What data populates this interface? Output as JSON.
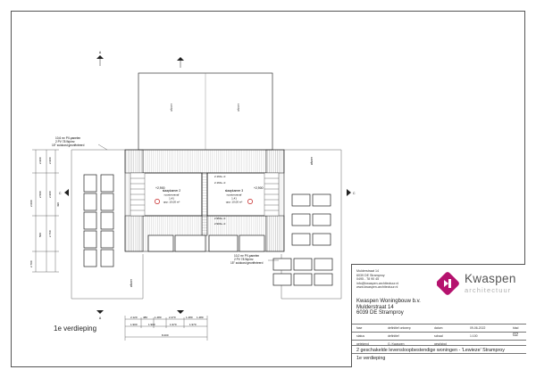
{
  "sheet": {
    "floor_label": "1e verdieping"
  },
  "plan": {
    "north_marker": "N",
    "section_marker": "A",
    "section_marker_c": "C",
    "roof_labels": [
      "afvoer",
      "afvoer",
      "afvoer",
      "afvoer"
    ],
    "room_left": [
      "slaapkamer 2",
      "roostervanaf",
      "1,41",
      "opp: 10,00 m²"
    ],
    "room_right": [
      "slaapkamer 3",
      "roostervanaf",
      "1,41",
      "opp: 10,00 m²"
    ],
    "level_left": "+2,900",
    "level_right": "+2,900",
    "pv_top": [
      "10,6 m² PV-panelen",
      "2 PV 78 Wp/m²",
      "15° zuidoost georiënteerd"
    ],
    "pv_bottom": [
      "10,2 m² PV-panelen",
      "2 PV 78 Wp/m²",
      "15° zuidoost georiënteerd"
    ],
    "mid_dims": [
      "2.160+ vl",
      "2.160+ vl",
      "2.950+ vl",
      "2.900+ vl"
    ],
    "stair_notes": [
      "Berk 9 st",
      "Berk 9 st"
    ],
    "vertical_dims": [
      "2.900",
      "2.500",
      "500",
      "2.900",
      "2.900",
      "2.760",
      "490",
      "2.000",
      "2.700"
    ],
    "bottom_dims_row1": [
      "2.120",
      "480",
      "1.480",
      "2.470",
      "1.480",
      "1.480"
    ],
    "bottom_dims_row2": [
      "1.900",
      "1.900",
      "1.970",
      "1.970"
    ],
    "total_dim": "8.200"
  },
  "title_block": {
    "address_lines": [
      "Mulderstraat 14",
      "6039 DE   Stramproy",
      "0495 - 78 90 45",
      "info@kwaspen-architectuur.nl",
      "www.kwaspen-architectuur.nl"
    ],
    "logo_name": "Kwaspen",
    "logo_sub": "architectuur",
    "company": "Kwaspen Woningbouw b.v.",
    "street": "Mulderstraat 14",
    "city": "6039 DE   Stramproy",
    "grid": [
      [
        "fase",
        "definitief ontwerp",
        "datum",
        "09-06-2022",
        "blad"
      ],
      [
        "status",
        "definitief",
        "schaal",
        "1:100",
        "02"
      ],
      [
        "getekend",
        "G. Kwaspen",
        "gewijzigd",
        "",
        ""
      ]
    ],
    "project": "2 geschakelde levensloopbestendige woningen - 'Lewieze' Stramproy",
    "drawing": "1e verdieping"
  },
  "colors": {
    "line": "#333333",
    "fill_grey": "#d0d0d0",
    "logo_magenta": "#b5126e",
    "plan_fill": "#ffffff"
  }
}
